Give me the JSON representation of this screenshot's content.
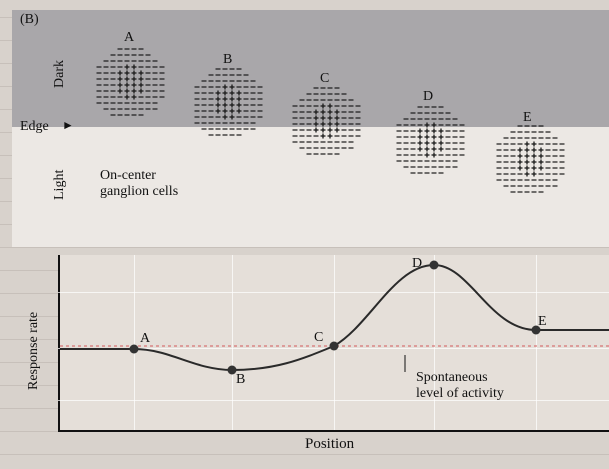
{
  "panel_label": "(B)",
  "left_labels": {
    "dark": "Dark",
    "light": "Light",
    "edge": "Edge"
  },
  "cell_caption": {
    "line1": "On-center",
    "line2": "ganglion cells"
  },
  "cells": [
    {
      "letter": "A",
      "center_state": "dark"
    },
    {
      "letter": "B",
      "center_state": "dark"
    },
    {
      "letter": "C",
      "center_state": "edge"
    },
    {
      "letter": "D",
      "center_state": "light"
    },
    {
      "letter": "E",
      "center_state": "light"
    }
  ],
  "graph": {
    "ylabel": "Response rate",
    "xlabel": "Position",
    "baseline_label_line1": "Spontaneous",
    "baseline_label_line2": "level of activity",
    "point_labels": [
      "A",
      "B",
      "C",
      "D",
      "E"
    ]
  },
  "colors": {
    "dark_region": "#a9a7aa",
    "light_region": "#ece8e4",
    "curve": "#2a2a2a",
    "baseline": "#d35a5a",
    "grid": "#ffffff"
  }
}
